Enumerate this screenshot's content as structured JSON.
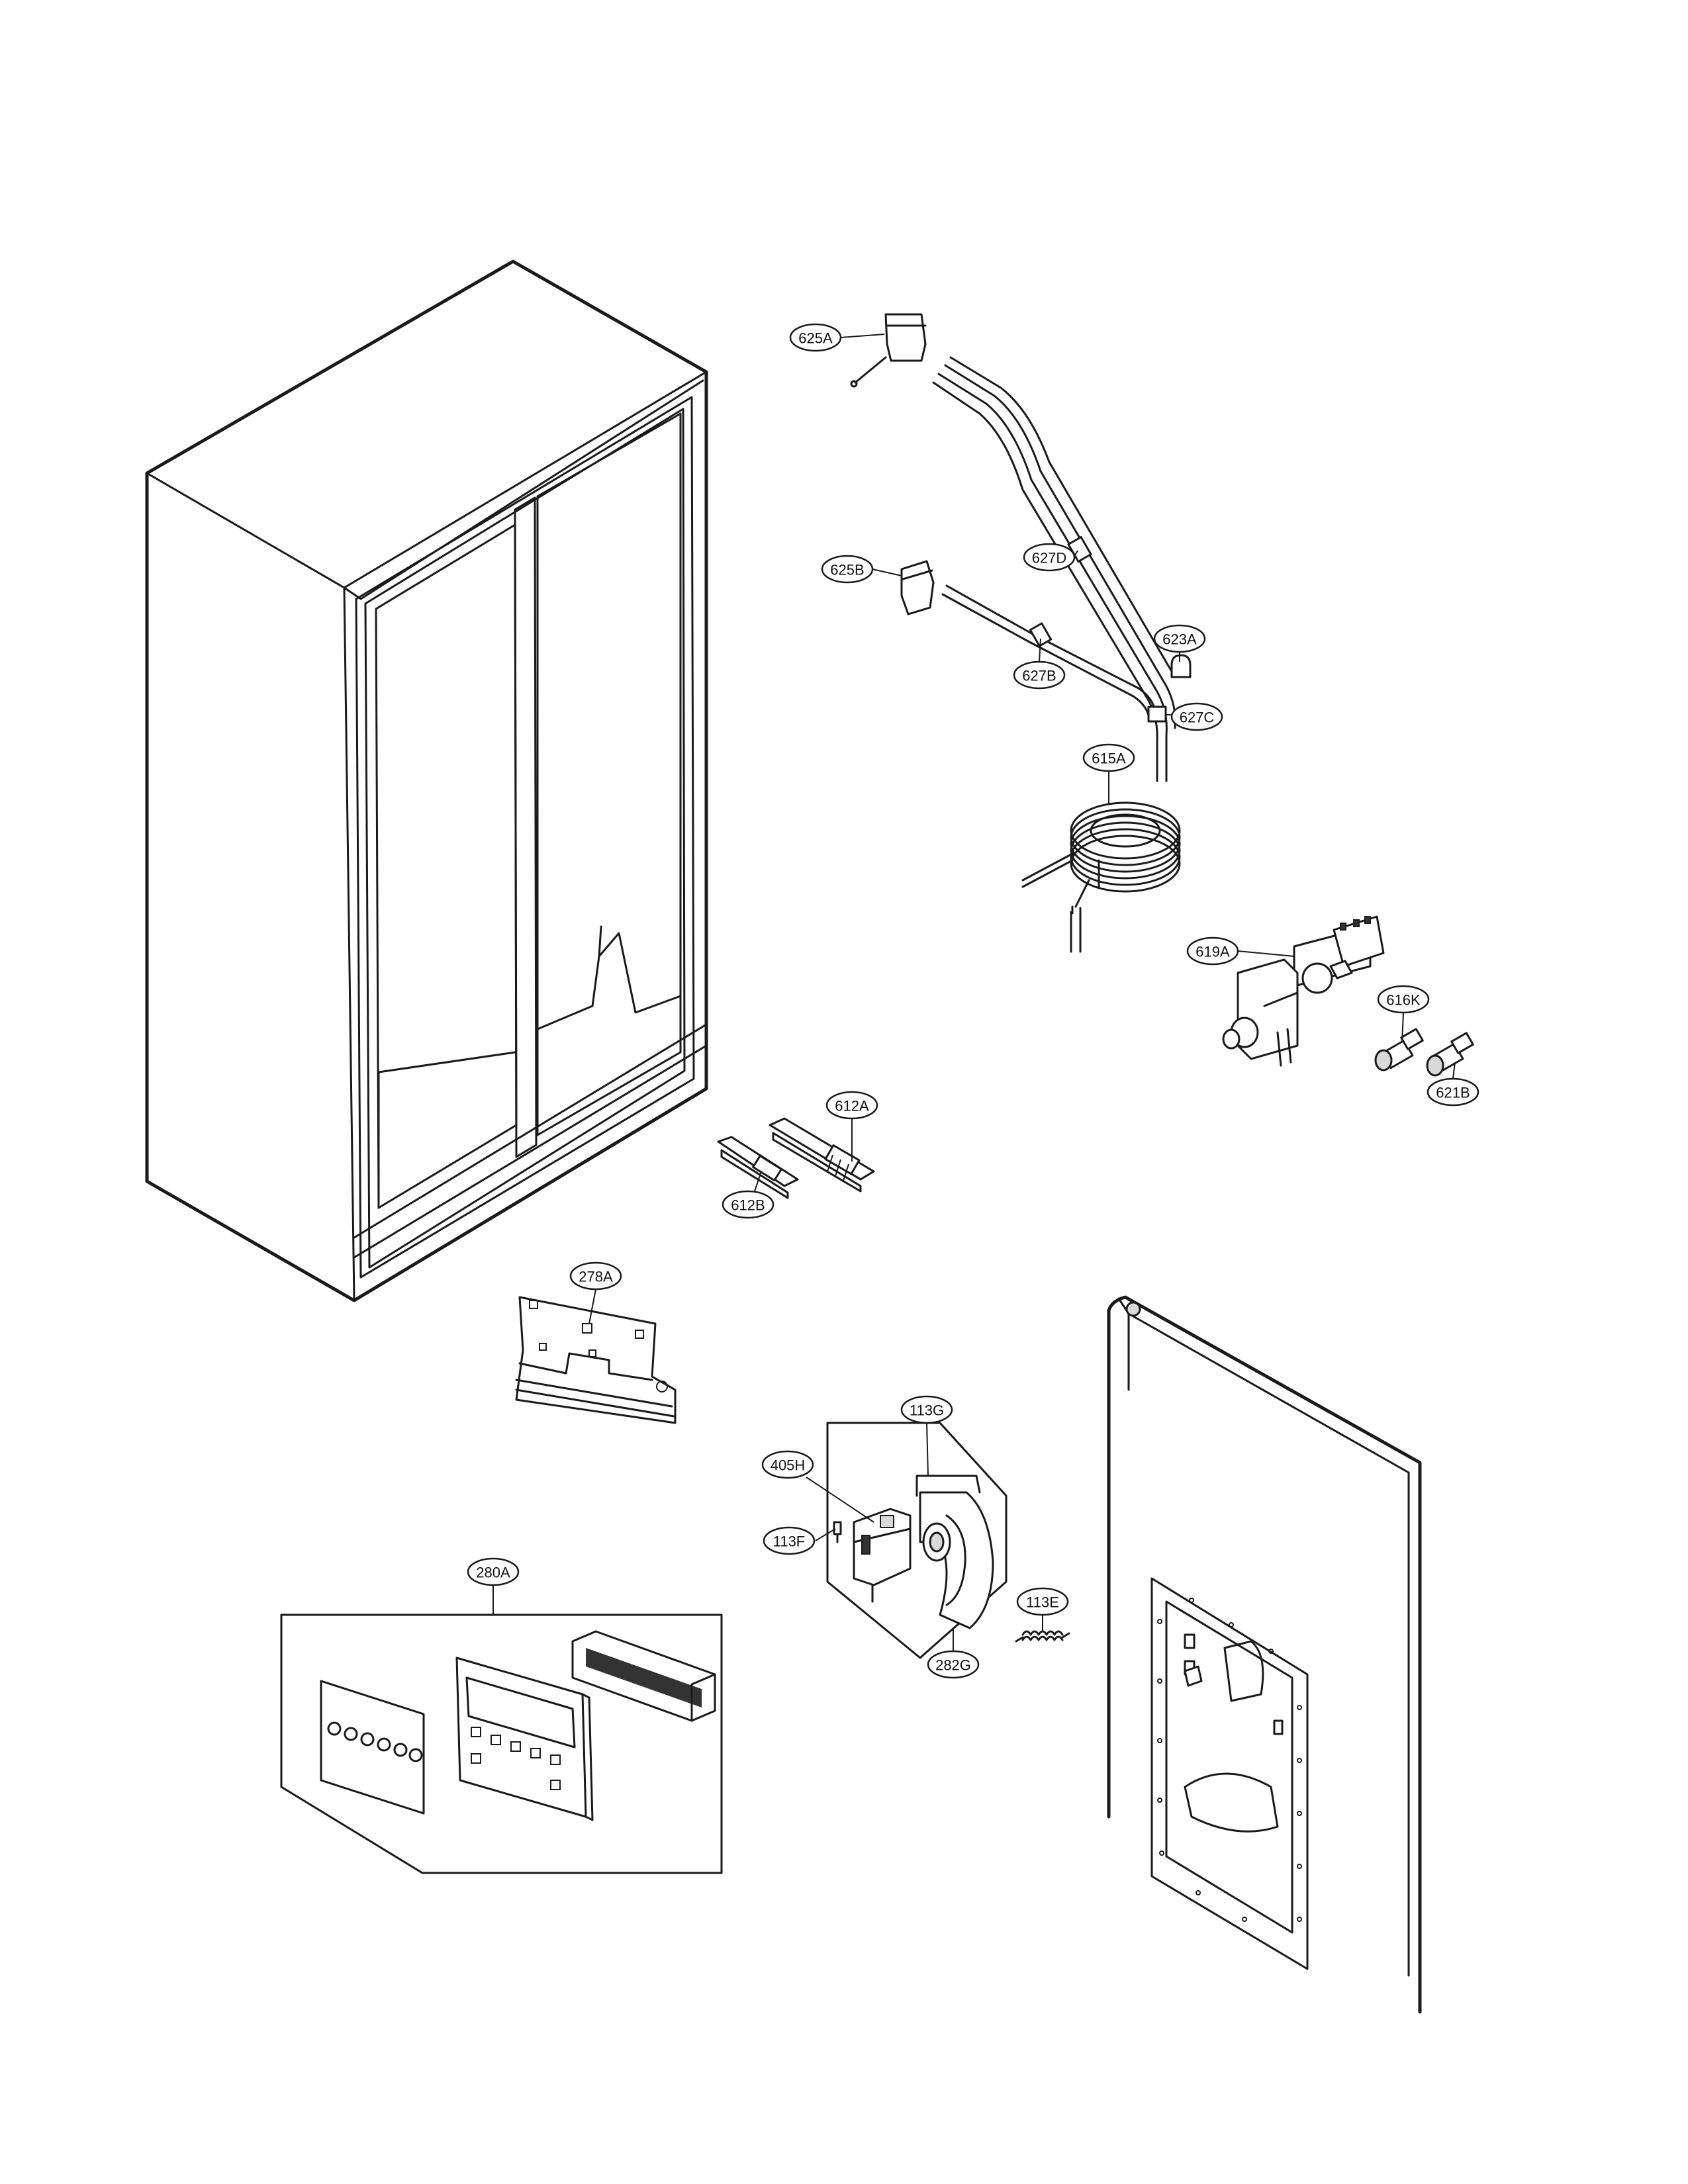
{
  "diagram": {
    "type": "exploded-parts-diagram",
    "callouts": [
      {
        "id": "625A",
        "label": "625A"
      },
      {
        "id": "625B",
        "label": "625B"
      },
      {
        "id": "627D",
        "label": "627D"
      },
      {
        "id": "623A",
        "label": "623A"
      },
      {
        "id": "627B",
        "label": "627B"
      },
      {
        "id": "627C",
        "label": "627C"
      },
      {
        "id": "615A",
        "label": "615A"
      },
      {
        "id": "619A",
        "label": "619A"
      },
      {
        "id": "616K",
        "label": "616K"
      },
      {
        "id": "621B",
        "label": "621B"
      },
      {
        "id": "612A",
        "label": "612A"
      },
      {
        "id": "612B",
        "label": "612B"
      },
      {
        "id": "278A",
        "label": "278A"
      },
      {
        "id": "113G",
        "label": "113G"
      },
      {
        "id": "405H",
        "label": "405H"
      },
      {
        "id": "113F",
        "label": "113F"
      },
      {
        "id": "113E",
        "label": "113E"
      },
      {
        "id": "282G",
        "label": "282G"
      },
      {
        "id": "280A",
        "label": "280A"
      }
    ]
  }
}
